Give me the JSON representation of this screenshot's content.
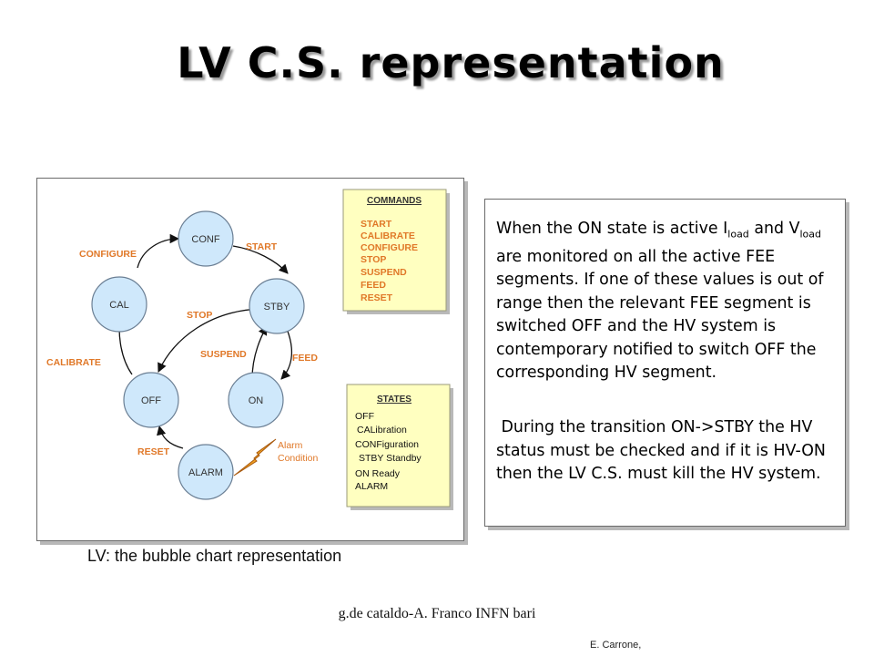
{
  "title": "LV C.S. representation",
  "diagram": {
    "states": [
      {
        "id": "conf",
        "label": "CONF"
      },
      {
        "id": "cal",
        "label": "CAL"
      },
      {
        "id": "stby",
        "label": "STBY"
      },
      {
        "id": "off",
        "label": "OFF"
      },
      {
        "id": "on",
        "label": "ON"
      },
      {
        "id": "alarm",
        "label": "ALARM"
      }
    ],
    "transitions": [
      {
        "id": "configure",
        "label": "CONFIGURE"
      },
      {
        "id": "start",
        "label": "START"
      },
      {
        "id": "stop",
        "label": "STOP"
      },
      {
        "id": "calibrate",
        "label": "CALIBRATE"
      },
      {
        "id": "suspend",
        "label": "SUSPEND"
      },
      {
        "id": "feed",
        "label": "FEED"
      },
      {
        "id": "reset",
        "label": "RESET"
      }
    ],
    "alarm_condition": [
      "Alarm",
      "Condition"
    ],
    "commands_box": {
      "title": "COMMANDS",
      "items": [
        "START",
        "CALIBRATE",
        "CONFIGURE",
        "STOP",
        "SUSPEND",
        "FEED",
        "RESET"
      ]
    },
    "states_box": {
      "title": "STATES",
      "items": [
        "OFF",
        "CALibration",
        "CONFiguration",
        "STBY Standby",
        "ON Ready",
        "ALARM"
      ]
    },
    "colors": {
      "bubble": "#cfe8fb",
      "label": "#e07828",
      "note": "#ffffc0",
      "bolt": "#f0a020"
    }
  },
  "caption": "LV: the bubble chart representation",
  "text_panel": {
    "para1": [
      {
        "t": "When the ON state is active I"
      },
      {
        "t": "load",
        "sub": true
      },
      {
        "t": " and V"
      },
      {
        "t": "load",
        "sub": true
      },
      {
        "t": " are monitored on all the active  FEE segments. If one of these values is out of range then the relevant FEE segment is switched OFF and the HV system is contemporary notified to switch OFF the corresponding HV segment."
      }
    ],
    "para2": " During the transition ON->STBY the HV status must be checked and if it is HV-ON then the LV C.S. must kill the HV system."
  },
  "footer": {
    "credit": "g.de cataldo-A. Franco INFN bari",
    "author": "E. Carrone,"
  }
}
